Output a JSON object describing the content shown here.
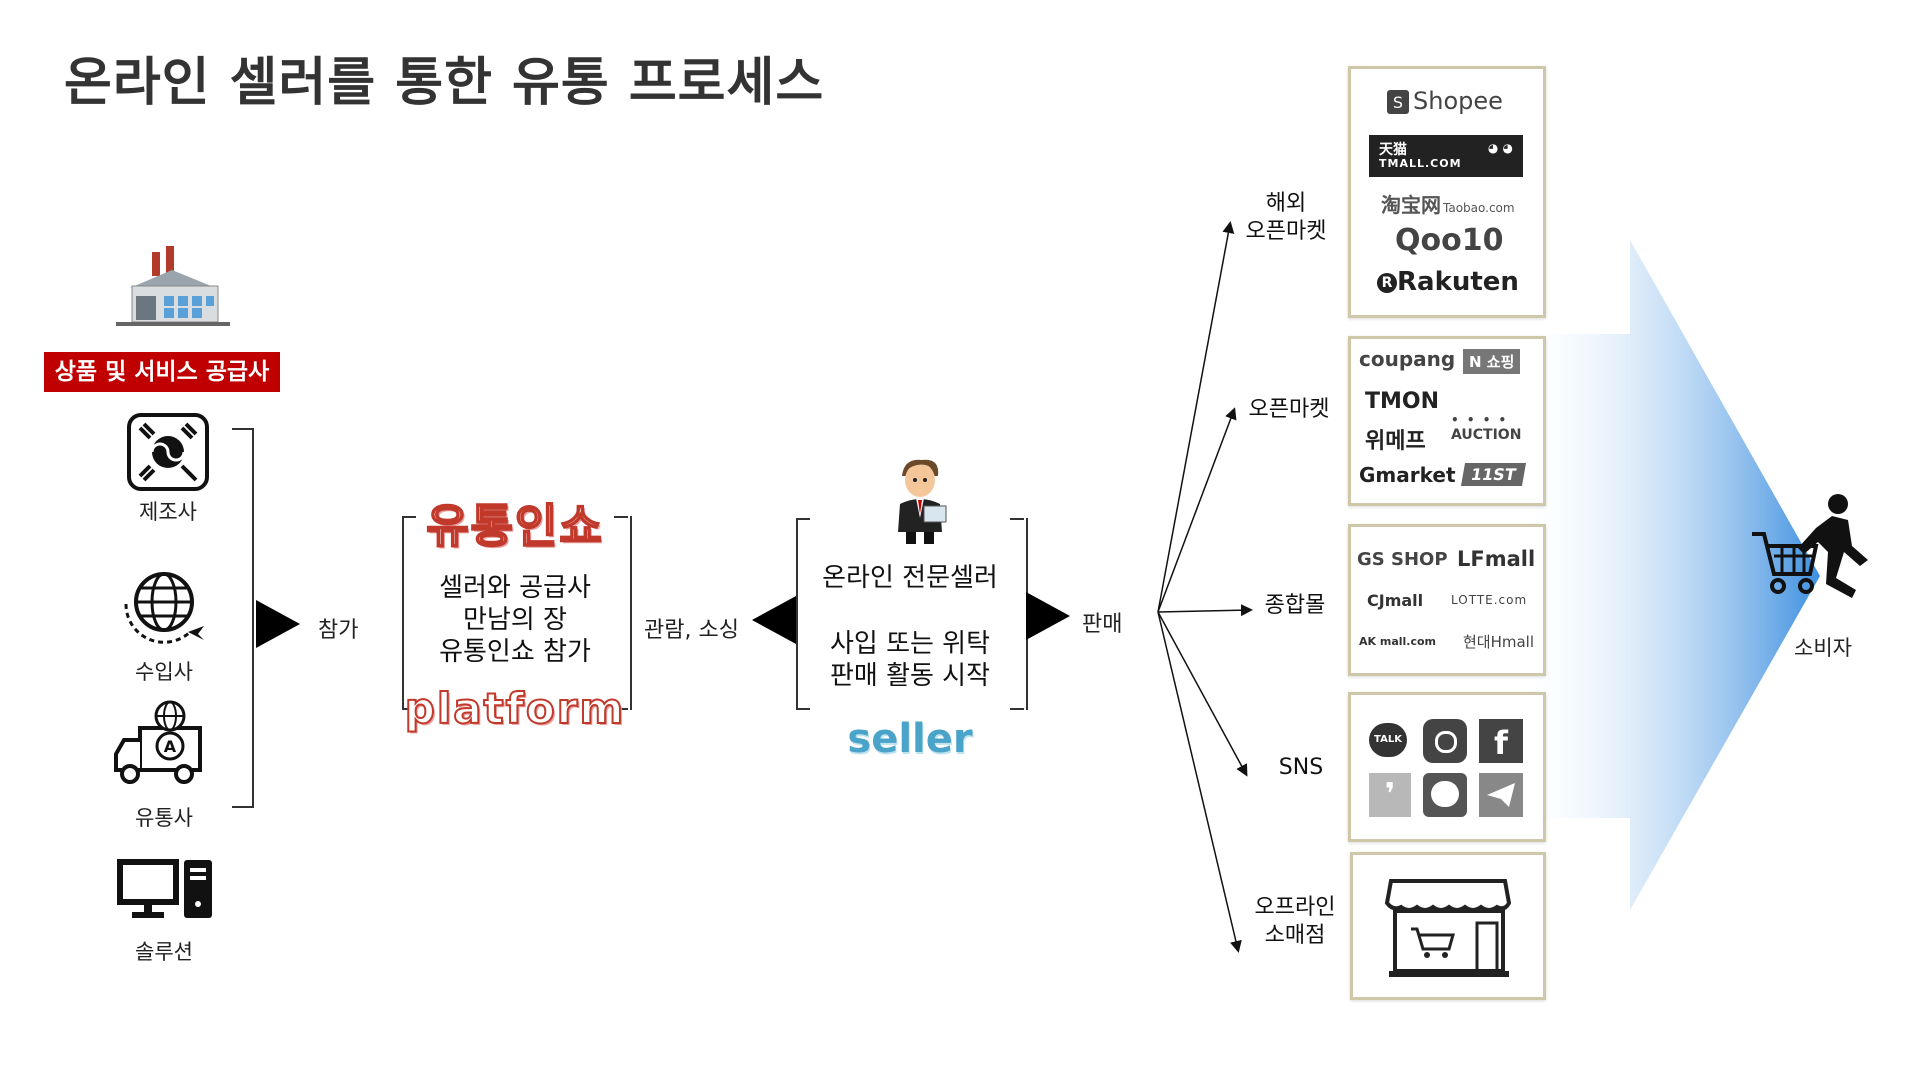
{
  "title": "온라인 셀러를 통한 유통 프로세스",
  "supplier": {
    "badge": "상품 및 서비스 공급사",
    "items": [
      {
        "label": "제조사",
        "icon": "korea-flag-icon"
      },
      {
        "label": "수입사",
        "icon": "globe-plane-icon"
      },
      {
        "label": "유통사",
        "icon": "truck-globe-icon"
      },
      {
        "label": "솔루션",
        "icon": "computer-icon"
      }
    ]
  },
  "arrows": {
    "join": "참가",
    "sourcing": "관람, 소싱",
    "sales": "판매"
  },
  "platform": {
    "logo": "유통인쇼",
    "lines": [
      "셀러와 공급사",
      "만남의 장",
      "유통인쇼 참가"
    ],
    "tag": "platform"
  },
  "seller": {
    "title": "온라인 전문셀러",
    "lines": [
      "사입 또는 위탁",
      "판매 활동 시작"
    ],
    "tag": "seller"
  },
  "channels": [
    {
      "label_lines": [
        "해외",
        "오픈마켓"
      ]
    },
    {
      "label_lines": [
        "오픈마켓"
      ]
    },
    {
      "label_lines": [
        "종합몰"
      ]
    },
    {
      "label_lines": [
        "SNS"
      ]
    },
    {
      "label_lines": [
        "오프라인",
        "소매점"
      ]
    }
  ],
  "brands": {
    "overseas": [
      "Shopee",
      "天猫",
      "TMALL.COM",
      "淘宝网",
      "Taobao.com",
      "Qoo10",
      "Rakuten"
    ],
    "openmarket": [
      "coupang",
      "N 쇼핑",
      "TMON",
      "위메프",
      "AUCTION",
      "Gmarket",
      "11ST"
    ],
    "mall": [
      "GS SHOP",
      "LFmall",
      "CJmall",
      "LOTTE.com",
      "AK mall.com",
      "현대Hmall"
    ],
    "sns": [
      "TALK"
    ]
  },
  "consumer": "소비자",
  "colors": {
    "accent_red": "#c00000",
    "seller_blue": "#4aa3c8",
    "flow_blue": "#3d8fe0"
  }
}
